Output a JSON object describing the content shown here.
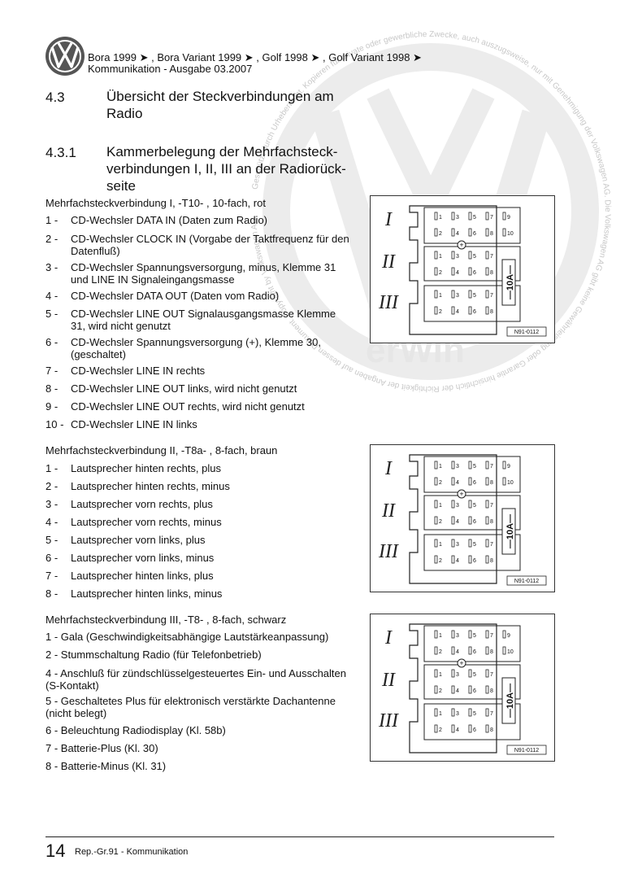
{
  "header": {
    "line1": "Bora 1999 ➤ , Bora Variant 1999 ➤ , Golf 1998 ➤ , Golf Variant 1998 ➤",
    "line2": "Kommunikation - Ausgabe 03.2007"
  },
  "section": {
    "num": "4.3",
    "title_1": "Übersicht der Steckverbindungen am",
    "title_2": "Radio"
  },
  "subsection": {
    "num": "4.3.1",
    "title_1": "Kammerbelegung der Mehrfachsteck-",
    "title_2": "verbindungen I, II, III an der Radiorück-",
    "title_3": "seite"
  },
  "group1": {
    "title": "Mehrfachsteckverbindung I, -T10- , 10-fach, rot",
    "items": [
      {
        "n": "1 -",
        "t": "CD-Wechsler DATA IN (Daten zum Radio)"
      },
      {
        "n": "2 -",
        "t": "CD-Wechsler CLOCK IN (Vorgabe der Taktfrequenz für den Datenfluß)"
      },
      {
        "n": "3 -",
        "t": "CD-Wechsler Spannungsversorgung, minus, Klemme 31 und LINE IN Signaleingangsmasse"
      },
      {
        "n": "4 -",
        "t": "CD-Wechsler DATA OUT (Daten vom Radio)"
      },
      {
        "n": "5 -",
        "t": "CD-Wechsler LINE OUT Signalausgangsmasse Klemme 31, wird nicht genutzt"
      },
      {
        "n": "6 -",
        "t": "CD-Wechsler Spannungsversorgung (+), Klemme 30, (geschaltet)"
      },
      {
        "n": "7 -",
        "t": "CD-Wechsler LINE IN rechts"
      },
      {
        "n": "8 -",
        "t": "CD-Wechsler LINE OUT links, wird nicht genutzt"
      },
      {
        "n": "9 -",
        "t": "CD-Wechsler LINE OUT rechts, wird nicht genutzt"
      },
      {
        "n": "10 -",
        "t": "CD-Wechsler LINE IN links"
      }
    ]
  },
  "group2": {
    "title": "Mehrfachsteckverbindung II, -T8a- , 8-fach, braun",
    "items": [
      {
        "n": "1 -",
        "t": "Lautsprecher hinten rechts, plus"
      },
      {
        "n": "2 -",
        "t": "Lautsprecher hinten rechts, minus"
      },
      {
        "n": "3 -",
        "t": "Lautsprecher vorn rechts, plus"
      },
      {
        "n": "4 -",
        "t": "Lautsprecher vorn rechts, minus"
      },
      {
        "n": "5 -",
        "t": "Lautsprecher vorn links, plus"
      },
      {
        "n": "6 -",
        "t": "Lautsprecher vorn links, minus"
      },
      {
        "n": "7 -",
        "t": "Lautsprecher hinten links, plus"
      },
      {
        "n": "8 -",
        "t": "Lautsprecher hinten links, minus"
      }
    ]
  },
  "group3": {
    "title": "Mehrfachsteckverbindung III, -T8- , 8-fach, schwarz",
    "items": [
      {
        "t": "1 - Gala (Geschwindigkeitsabhängige Lautstärkeanpassung)"
      },
      {
        "t": "2 - Stummschaltung Radio (für Telefonbetrieb)"
      },
      {
        "t": "4 - Anschluß für zündschlüsselgesteuertes Ein- und Ausschalten (S-Kontakt)"
      },
      {
        "t": "5 - Geschaltetes Plus für elektronisch verstärkte Dachantenne (nicht belegt)"
      },
      {
        "t": "6 - Beleuchtung Radiodisplay (Kl. 58b)"
      },
      {
        "t": "7 - Batterie-Plus (Kl. 30)"
      },
      {
        "t": "8 - Batterie-Minus (Kl. 31)"
      }
    ]
  },
  "figure": {
    "code": "N91-0112",
    "fuse": "10A",
    "roman": [
      "I",
      "II",
      "III"
    ],
    "pins_row_a": [
      "1",
      "3",
      "5",
      "7",
      "9"
    ],
    "pins_row_b": [
      "2",
      "4",
      "6",
      "8",
      "10"
    ],
    "pins_row_c": [
      "1",
      "3",
      "5",
      "7"
    ],
    "pins_row_d": [
      "2",
      "4",
      "6",
      "8"
    ]
  },
  "footer": {
    "page": "14",
    "text": "Rep.-Gr.91 - Kommunikation"
  },
  "watermark": {
    "text": "Geschützt durch Urheberrecht. Kopieren für private oder gewerbliche Zwecke, auch auszugsweise, nur mit Genehmigung der Volkswagen AG. Die Volkswagen AG gibt keine Gewährleistung oder Garantie hinsichtlich der Richtigkeit der Angaben auf dessen Dokument. Copyright by Volkswagen AG. Urheberrechtlich geschützt.",
    "brand": "erWin"
  },
  "colors": {
    "text": "#111111",
    "watermark": "#c8c8c8",
    "rule": "#222222"
  }
}
